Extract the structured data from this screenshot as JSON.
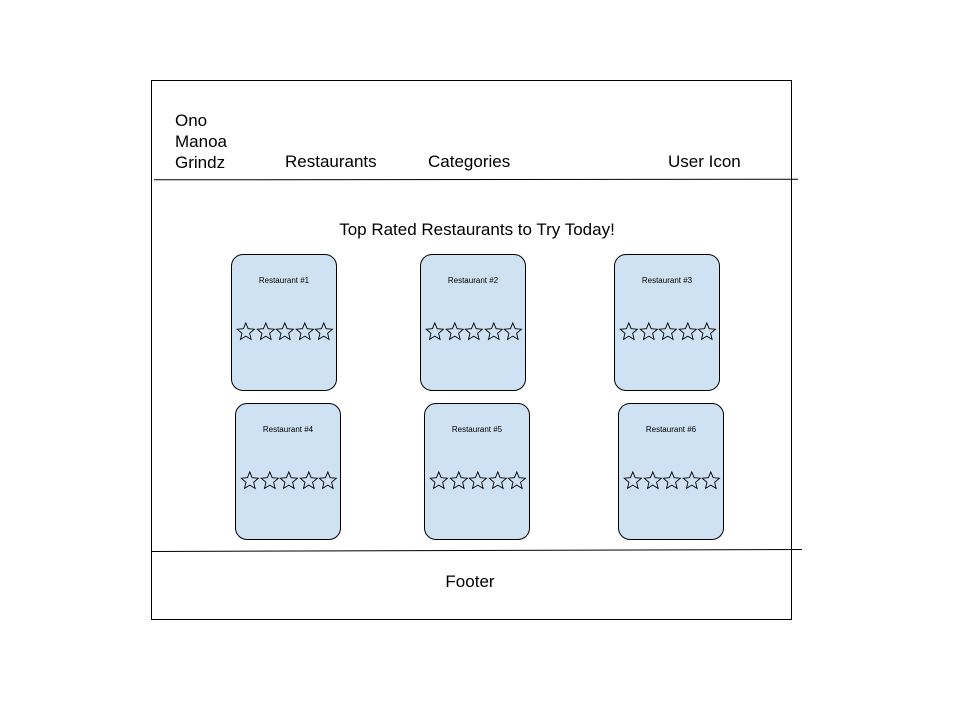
{
  "header": {
    "brand_lines": [
      "Ono",
      "Manoa",
      "Grindz"
    ],
    "nav": {
      "restaurants": "Restaurants",
      "categories": "Categories",
      "user": "User Icon"
    }
  },
  "main": {
    "heading": "Top Rated Restaurants to Try Today!",
    "cards": [
      {
        "title": "Restaurant #1",
        "rating_stars_total": 5,
        "rating_stars_filled": 0
      },
      {
        "title": "Restaurant #2",
        "rating_stars_total": 5,
        "rating_stars_filled": 0
      },
      {
        "title": "Restaurant #3",
        "rating_stars_total": 5,
        "rating_stars_filled": 0
      },
      {
        "title": "Restaurant #4",
        "rating_stars_total": 5,
        "rating_stars_filled": 0
      },
      {
        "title": "Restaurant #5",
        "rating_stars_total": 5,
        "rating_stars_filled": 0
      },
      {
        "title": "Restaurant #6",
        "rating_stars_total": 5,
        "rating_stars_filled": 0
      }
    ],
    "card_color": "#cfe2f3",
    "star_icon": "star-outline-icon"
  },
  "footer": {
    "label": "Footer"
  }
}
